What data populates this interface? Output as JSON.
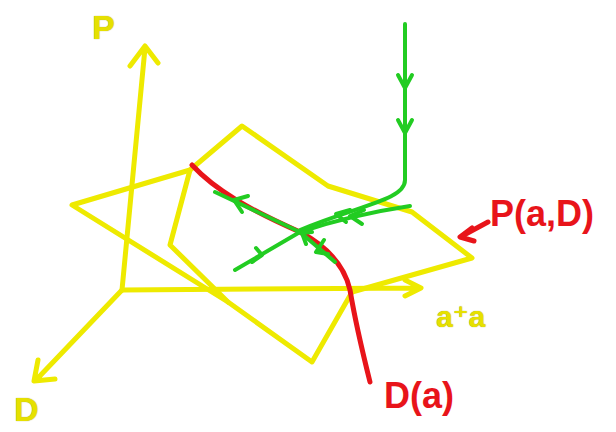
{
  "diagram": {
    "labels": [
      "P",
      "D",
      "a⁺a",
      "P(a,D)",
      "D(a)"
    ]
  }
}
